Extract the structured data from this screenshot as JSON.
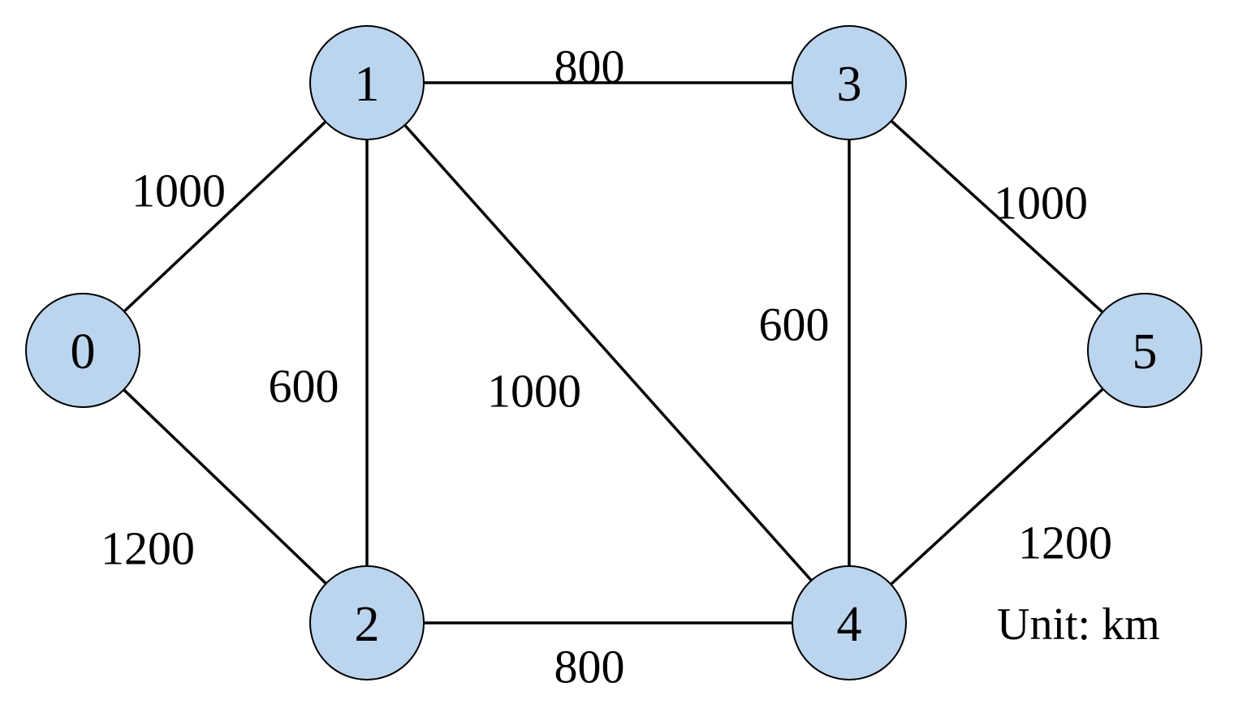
{
  "diagram": {
    "unit_label": "Unit: km",
    "node_fill": "#bcd5ee",
    "edge_color": "#000000",
    "nodes": [
      {
        "id": "0",
        "label": "0"
      },
      {
        "id": "1",
        "label": "1"
      },
      {
        "id": "2",
        "label": "2"
      },
      {
        "id": "3",
        "label": "3"
      },
      {
        "id": "4",
        "label": "4"
      },
      {
        "id": "5",
        "label": "5"
      }
    ],
    "edges": [
      {
        "from": "0",
        "to": "1",
        "weight": "1000"
      },
      {
        "from": "0",
        "to": "2",
        "weight": "1200"
      },
      {
        "from": "1",
        "to": "2",
        "weight": "600"
      },
      {
        "from": "1",
        "to": "3",
        "weight": "800"
      },
      {
        "from": "1",
        "to": "4",
        "weight": "1000"
      },
      {
        "from": "2",
        "to": "4",
        "weight": "800"
      },
      {
        "from": "3",
        "to": "4",
        "weight": "600"
      },
      {
        "from": "3",
        "to": "5",
        "weight": "1000"
      },
      {
        "from": "4",
        "to": "5",
        "weight": "1200"
      }
    ]
  }
}
